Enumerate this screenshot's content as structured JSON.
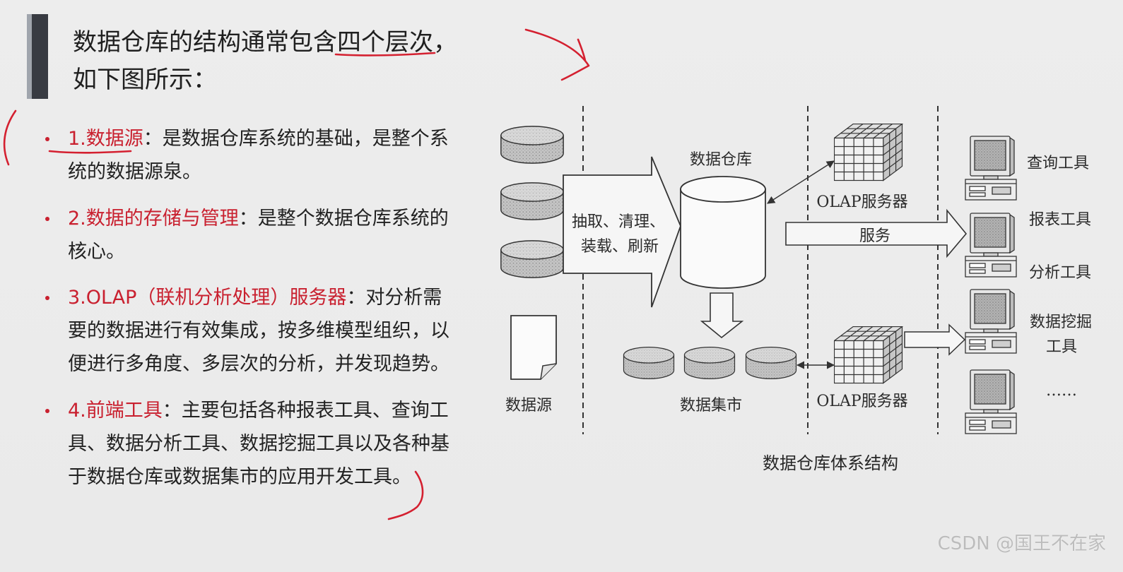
{
  "slide": {
    "title_lines": [
      "数据仓库的结构通常包含四个层次，",
      "如下图所示："
    ],
    "bullets": [
      {
        "label": "1.数据源",
        "lines": [
          "：是数据仓库系统的基础，是整个系",
          "统的数据源泉。"
        ]
      },
      {
        "label": "2.数据的存储与管理",
        "lines": [
          "：是整个数据仓库系统的",
          "核心。"
        ]
      },
      {
        "label": "3.OLAP（联机分析处理）服务器",
        "lines": [
          "：对分析需",
          "要的数据进行有效集成，按多维模型组织，以",
          "便进行多角度、多层次的分析，并发现趋势。"
        ]
      },
      {
        "label": "4.前端工具",
        "lines": [
          "：主要包括各种报表工具、查询工",
          "具、数据分析工具、数据挖掘工具以及各种基",
          "于数据仓库或数据集市的应用开发工具。"
        ]
      }
    ]
  },
  "diagram": {
    "caption": "数据仓库体系结构",
    "data_source_label": "数据源",
    "etl_label_lines": [
      "抽取、清理、",
      "装载、刷新"
    ],
    "warehouse_label": "数据仓库",
    "data_mart_label": "数据集市",
    "olap_server_labels": [
      "OLAP服务器",
      "OLAP服务器"
    ],
    "service_label": "服务",
    "front_end_tools": [
      [
        "查询工具"
      ],
      [
        "报表工具"
      ],
      [
        "分析工具"
      ],
      [
        "数据挖掘",
        "工具"
      ],
      [
        "……"
      ]
    ],
    "icons": [
      "database-disk-icon",
      "document-icon",
      "cylinder-warehouse-icon",
      "olap-cube-icon",
      "computer-icon"
    ]
  },
  "watermark": "CSDN @国王不在家",
  "colors": {
    "accent_red": "#c9202f",
    "annotation_red": "#d42030",
    "text": "#222222",
    "background": "#ebebeb"
  }
}
